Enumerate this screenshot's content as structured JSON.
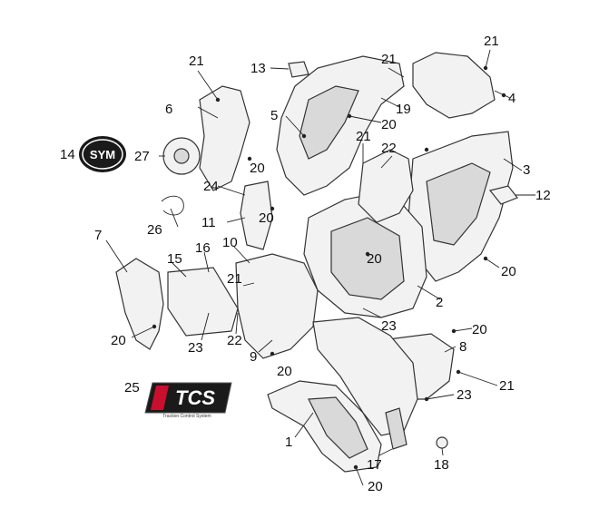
{
  "callouts": [
    {
      "id": "c1",
      "text": "1"
    },
    {
      "id": "c2",
      "text": "2"
    },
    {
      "id": "c3",
      "text": "3"
    },
    {
      "id": "c4",
      "text": "4"
    },
    {
      "id": "c5",
      "text": "5"
    },
    {
      "id": "c6",
      "text": "6"
    },
    {
      "id": "c7",
      "text": "7"
    },
    {
      "id": "c8",
      "text": "8"
    },
    {
      "id": "c9",
      "text": "9"
    },
    {
      "id": "c10",
      "text": "10"
    },
    {
      "id": "c11",
      "text": "11"
    },
    {
      "id": "c12",
      "text": "12"
    },
    {
      "id": "c13",
      "text": "13"
    },
    {
      "id": "c14",
      "text": "14"
    },
    {
      "id": "c15",
      "text": "15"
    },
    {
      "id": "c16",
      "text": "16"
    },
    {
      "id": "c17",
      "text": "17"
    },
    {
      "id": "c18",
      "text": "18"
    },
    {
      "id": "c19",
      "text": "19"
    },
    {
      "id": "c20a",
      "text": "20"
    },
    {
      "id": "c20b",
      "text": "20"
    },
    {
      "id": "c20c",
      "text": "20"
    },
    {
      "id": "c20d",
      "text": "20"
    },
    {
      "id": "c20e",
      "text": "20"
    },
    {
      "id": "c20f",
      "text": "20"
    },
    {
      "id": "c20g",
      "text": "20"
    },
    {
      "id": "c20h",
      "text": "20"
    },
    {
      "id": "c20i",
      "text": "20"
    },
    {
      "id": "c21a",
      "text": "21"
    },
    {
      "id": "c21b",
      "text": "21"
    },
    {
      "id": "c21c",
      "text": "21"
    },
    {
      "id": "c21d",
      "text": "21"
    },
    {
      "id": "c21e",
      "text": "21"
    },
    {
      "id": "c21f",
      "text": "21"
    },
    {
      "id": "c22a",
      "text": "22"
    },
    {
      "id": "c22b",
      "text": "22"
    },
    {
      "id": "c23a",
      "text": "23"
    },
    {
      "id": "c23b",
      "text": "23"
    },
    {
      "id": "c23c",
      "text": "23"
    },
    {
      "id": "c24",
      "text": "24"
    },
    {
      "id": "c25",
      "text": "25"
    },
    {
      "id": "c26",
      "text": "26"
    },
    {
      "id": "c27",
      "text": "27"
    }
  ],
  "emblems": {
    "sym_logo": "SYM",
    "tcs_logo": "TCS",
    "tcs_tagline": "Traction Control System"
  },
  "colors": {
    "line": "#222222",
    "part_fill": "#f2f2f2",
    "tcs_red": "#c8102e",
    "tcs_dark": "#1a1a1a"
  }
}
